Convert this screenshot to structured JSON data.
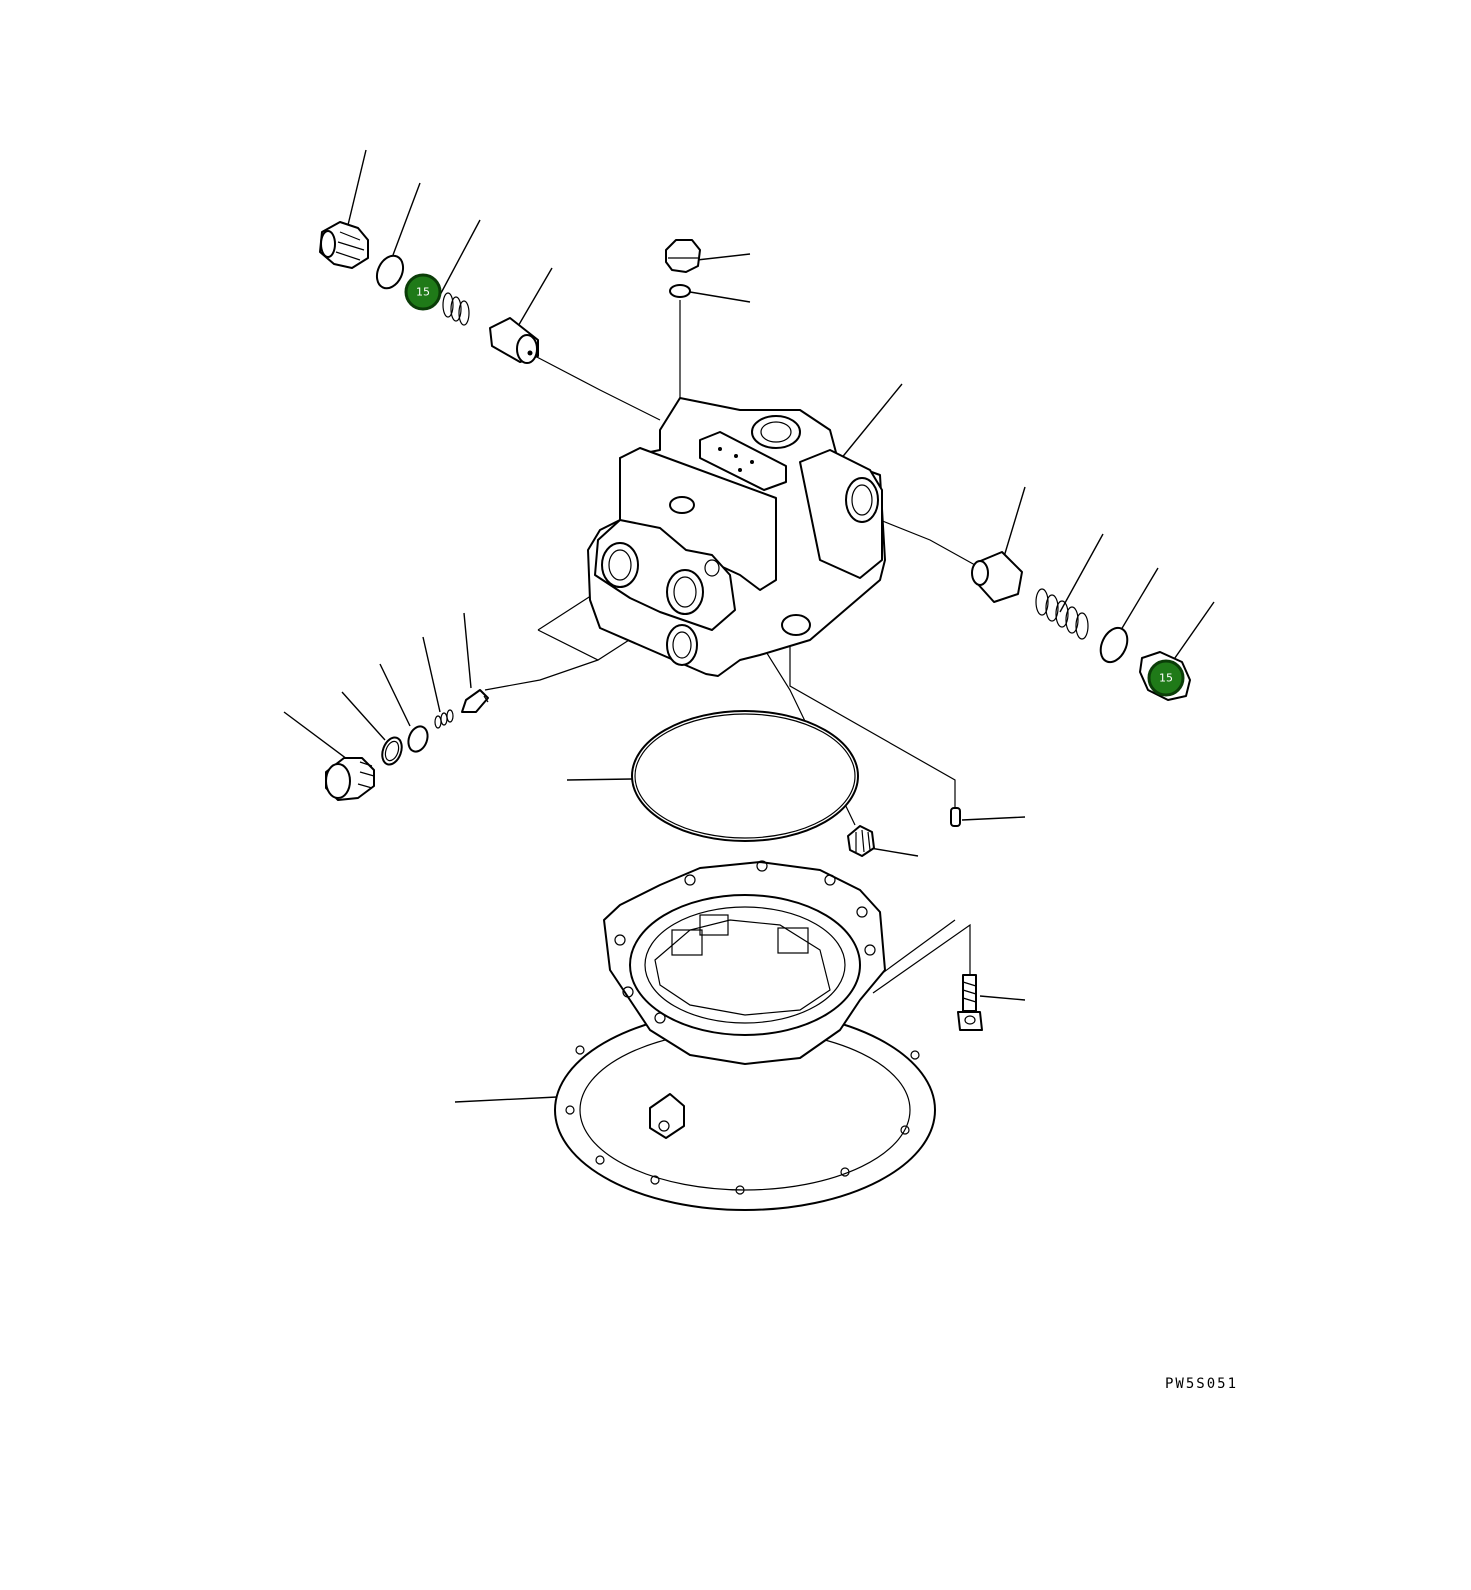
{
  "diagram": {
    "drawing_code": "PW5S051",
    "callouts": [
      {
        "id": "callout-15-upper",
        "label": "15",
        "color": "#1f7a18"
      },
      {
        "id": "callout-15-right",
        "label": "15",
        "color": "#1f7a18"
      }
    ]
  }
}
